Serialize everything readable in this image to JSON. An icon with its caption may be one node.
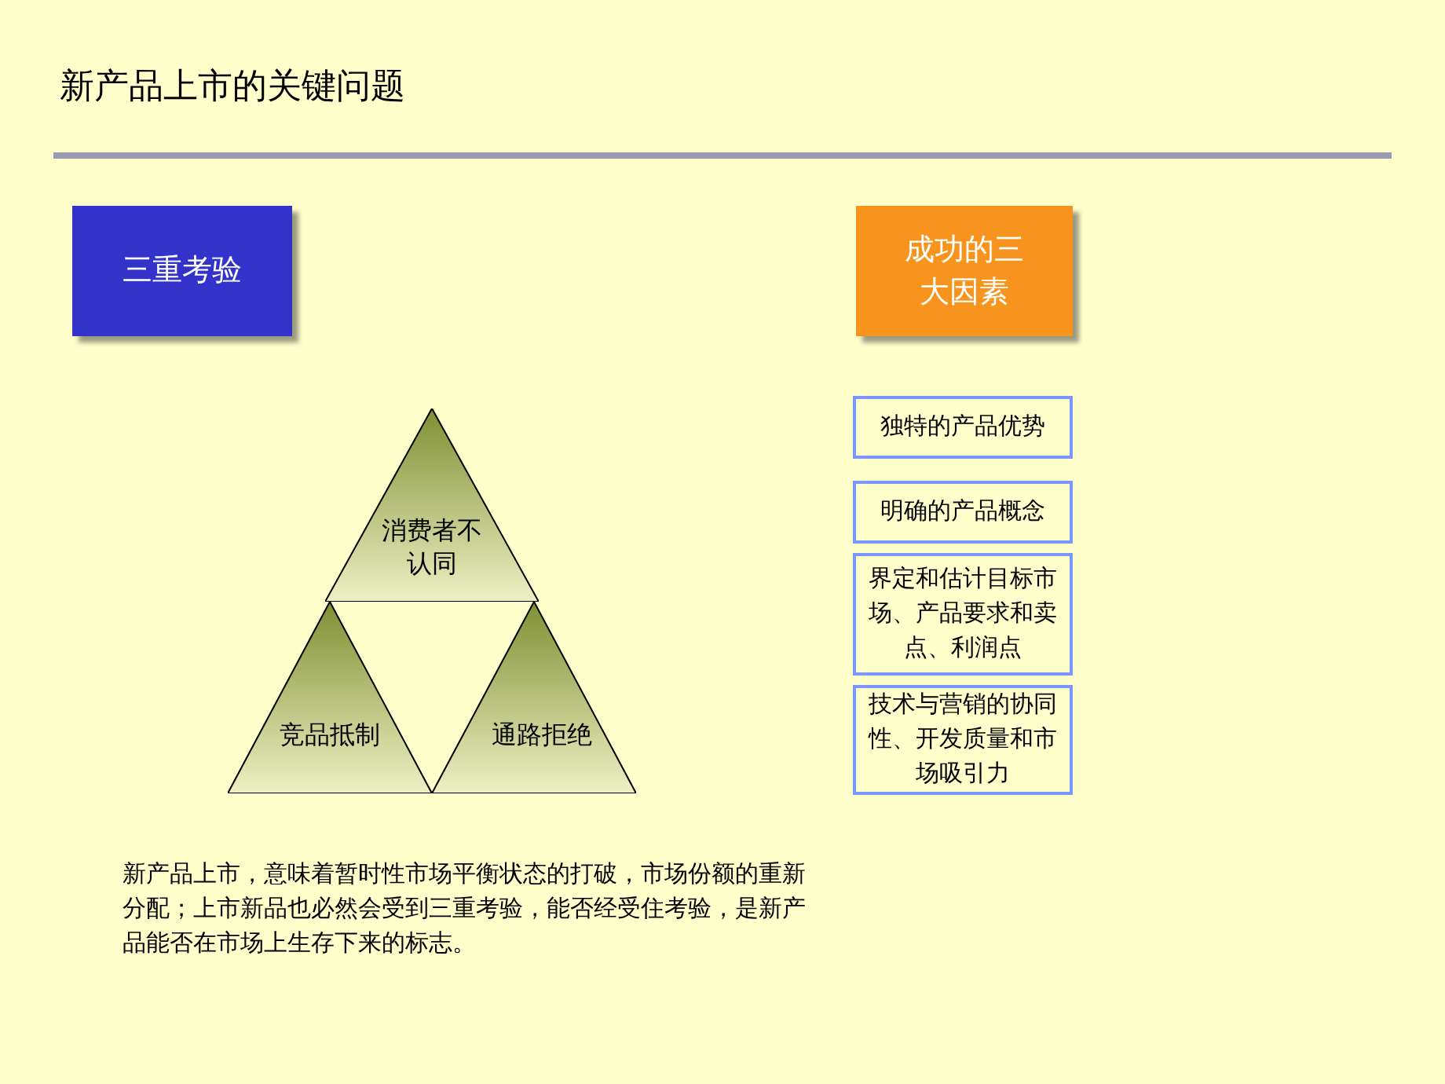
{
  "diagram": {
    "title": "新产品上市的关键问题",
    "nodes": [
      {
        "text": [
          "三重考验"
        ]
      },
      {
        "text": [
          "消费者不认同"
        ]
      },
      {
        "text": [
          "竞品抵制"
        ]
      },
      {
        "text": [
          "通路拒绝"
        ]
      },
      {
        "text": [
          "成功的三大因素"
        ]
      },
      {
        "text": [
          "独特的产品优势"
        ]
      },
      {
        "text": [
          "明确的产品概念"
        ]
      },
      {
        "text": [
          "界定和估计目标市场、产品要求和卖点、利润点"
        ]
      },
      {
        "text": [
          "技术与营销的协同性、开发质量和市场吸引力"
        ]
      }
    ],
    "edges": [],
    "labels": [
      "新产品上市，意味着暂时性市场平衡状态的打破，市场份额的重新分配；上市新品也必然会受到三重考验，能否经受住考验，是新产品能否在市场上生存下来的标志。"
    ]
  }
}
